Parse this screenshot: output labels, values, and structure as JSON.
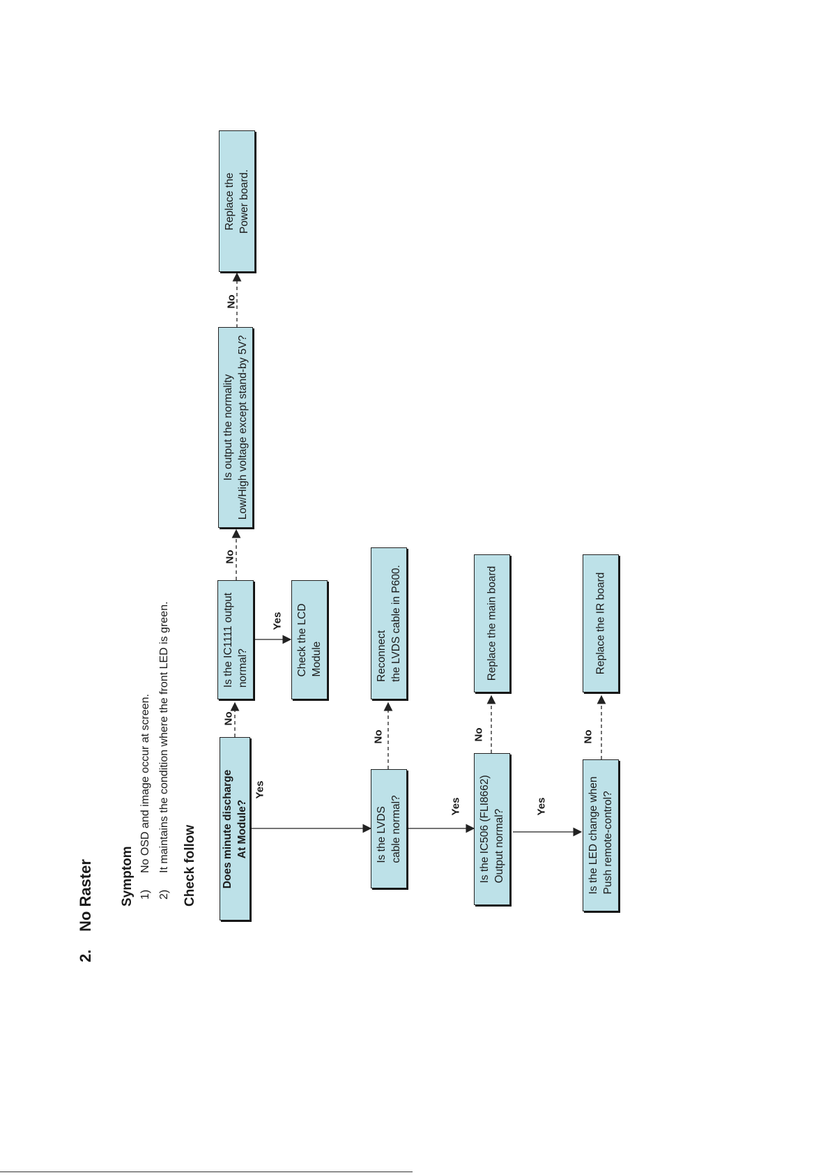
{
  "section": {
    "number": "2.",
    "title": "No Raster"
  },
  "symptom": {
    "heading": "Symptom",
    "items": [
      {
        "num": "1)",
        "text": "No OSD and image occur at screen."
      },
      {
        "num": "2)",
        "text": "It maintains the condition where the front LED is green."
      }
    ]
  },
  "check_heading": "Check follow",
  "boxes": {
    "discharge": {
      "line1": "Does minute discharge",
      "line2": "At Module?"
    },
    "ic1111": {
      "line1": "Is the IC1111 output",
      "line2": "normal?"
    },
    "lcd": {
      "line1": "Check the LCD",
      "line2": "Module"
    },
    "output_normality": {
      "line1": "Is output the normality",
      "line2": "Low/High voltage except stand-by 5V?"
    },
    "power_board": {
      "line1": "Replace the",
      "line2": "Power board."
    },
    "lvds_cable": {
      "line1": "Is the LVDS",
      "line2": "cable normal?"
    },
    "reconnect": {
      "line1": "Reconnect",
      "line2": "the LVDS cable in P600."
    },
    "ic506": {
      "line1": "Is the IC506 (FLI8662)",
      "line2": "Output normal?"
    },
    "main_board": {
      "line1": "Replace the main board"
    },
    "led_change": {
      "line1": "Is the LED change when",
      "line2": "Push remote-control?"
    },
    "ir_board": {
      "line1": "Replace the IR board"
    }
  },
  "labels": {
    "yes": "Yes",
    "no": "No"
  },
  "colors": {
    "box_fill": "#bde1e8",
    "box_border": "#222222",
    "line": "#222222"
  }
}
